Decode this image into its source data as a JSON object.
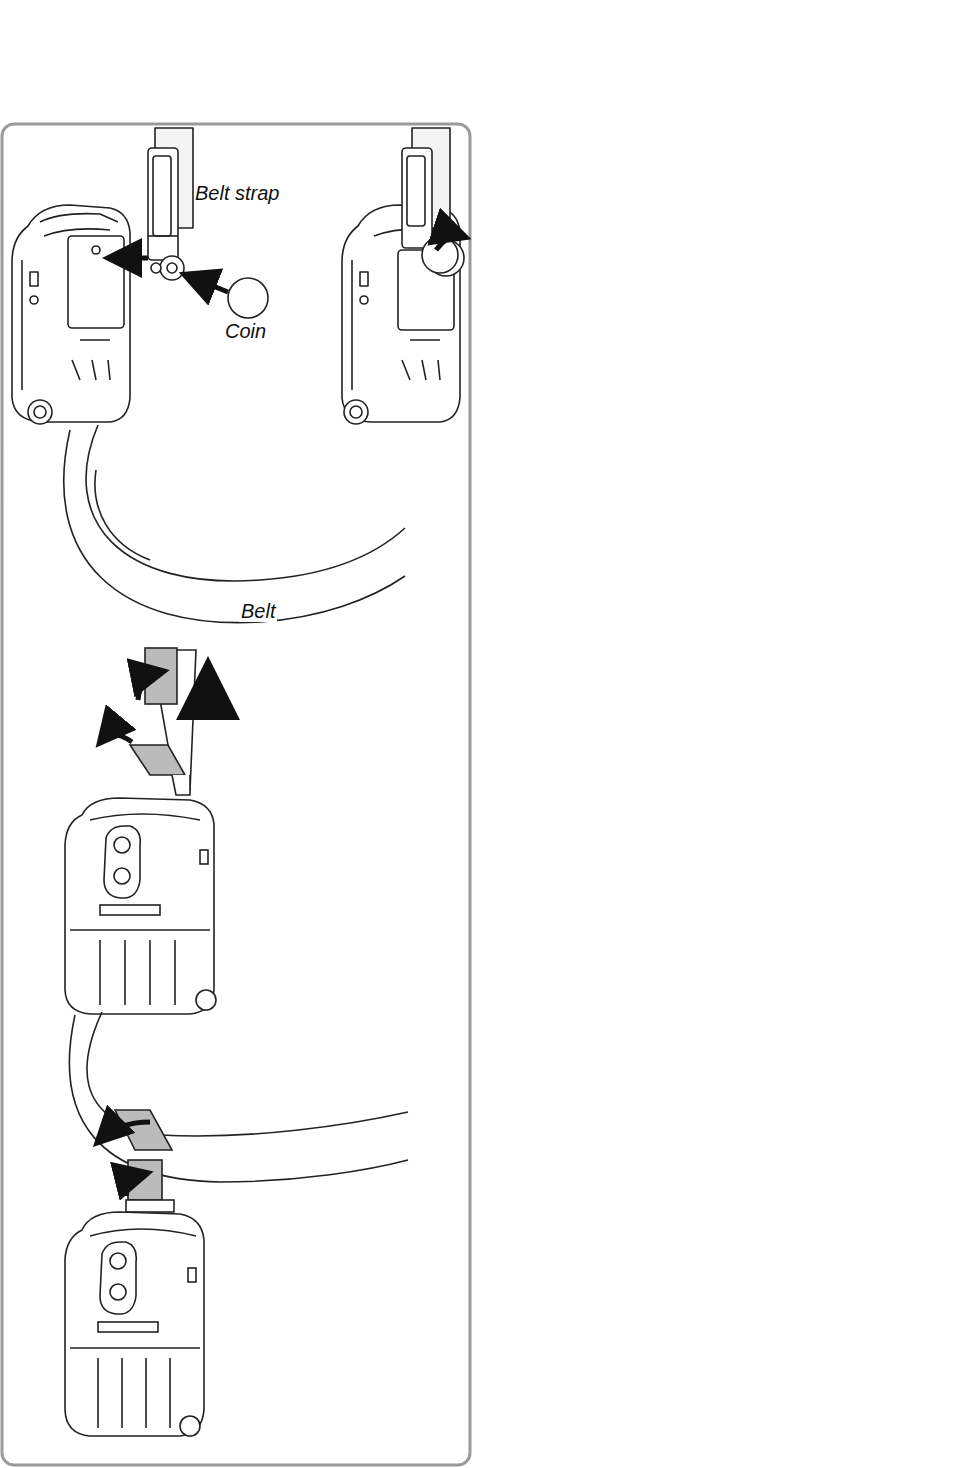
{
  "diagram": {
    "labels": [
      "Belt strap",
      "Coin",
      "Belt"
    ]
  }
}
